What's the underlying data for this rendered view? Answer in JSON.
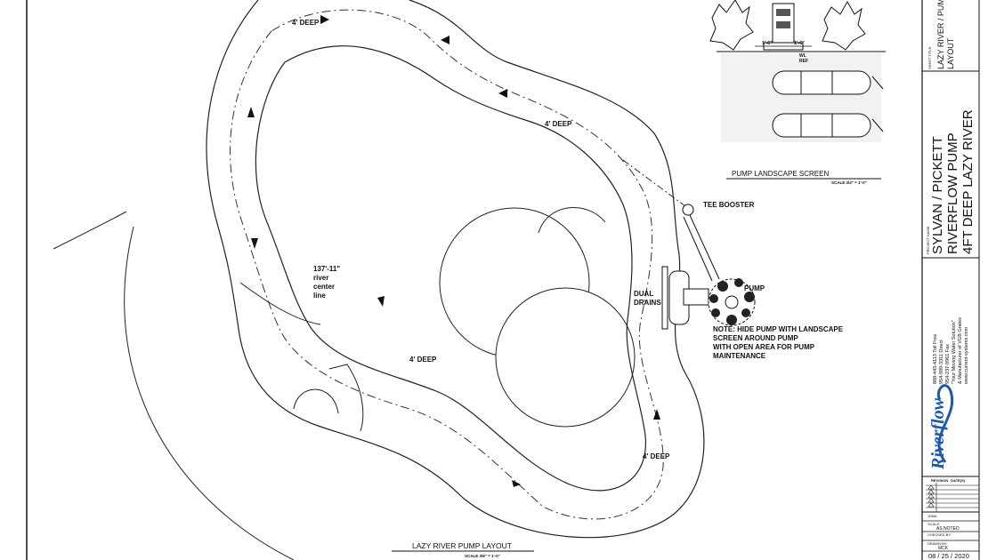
{
  "drawing": {
    "main_title": "LAZY RIVER PUMP LAYOUT",
    "main_scale": "SCALE  3/8\" = 1'-0\"",
    "depth_labels": [
      "4' DEEP",
      "4' DEEP",
      "4' DEEP",
      "4' DEEP"
    ],
    "river_length": [
      "137'-11\"",
      "river",
      "center",
      "line"
    ],
    "tee_booster": "TEE BOOSTER",
    "dual_drains": [
      "DUAL",
      "DRAINS"
    ],
    "pump": "PUMP",
    "note": [
      "NOTE: HIDE PUMP WITH LANDSCAPE",
      "SCREEN AROUND PUMP",
      "WITH OPEN AREA FOR PUMP",
      "MAINTENANCE"
    ]
  },
  "detail": {
    "title": "PUMP LANDSCAPE SCREEN",
    "scale": "SCALE  3/4\" = 1'-0\"",
    "dim_left": "1'-6\"",
    "dim_right": "1'-6\"",
    "wl_label": "WL",
    "ref_label": "REF"
  },
  "title_block": {
    "sheet_title_label": "SHEET TITLE:",
    "sheet_title": [
      "LAZY RIVER / PUMP",
      "LAYOUT"
    ],
    "project_name_label": "PROJECT NAME:",
    "project_name": [
      "SYLVAN / PICKETT",
      "RIVERFLOW PUMP",
      "4FT DEEP LAZY RIVER"
    ],
    "company_contact": [
      "888-443-4113 Toll Free",
      "954-989-3311 Direct",
      "954-237-9961 Fax",
      "\"Your Moving Water Solution\"",
      "& Manufacturer of VGB Grates",
      "www.current-systems.com"
    ],
    "logo": "Riverflow",
    "revision_label": "REVISION",
    "revision_date_label": "DATE(S)",
    "job_label": "JOB#:",
    "scale_label": "SCALE:",
    "scale_value": "AS NOTED",
    "checked_label": "CHECKED BY:",
    "drawn_label": "DRAWN BY:",
    "drawn_value": "MCK",
    "date": "08 / 25 / 2020"
  }
}
